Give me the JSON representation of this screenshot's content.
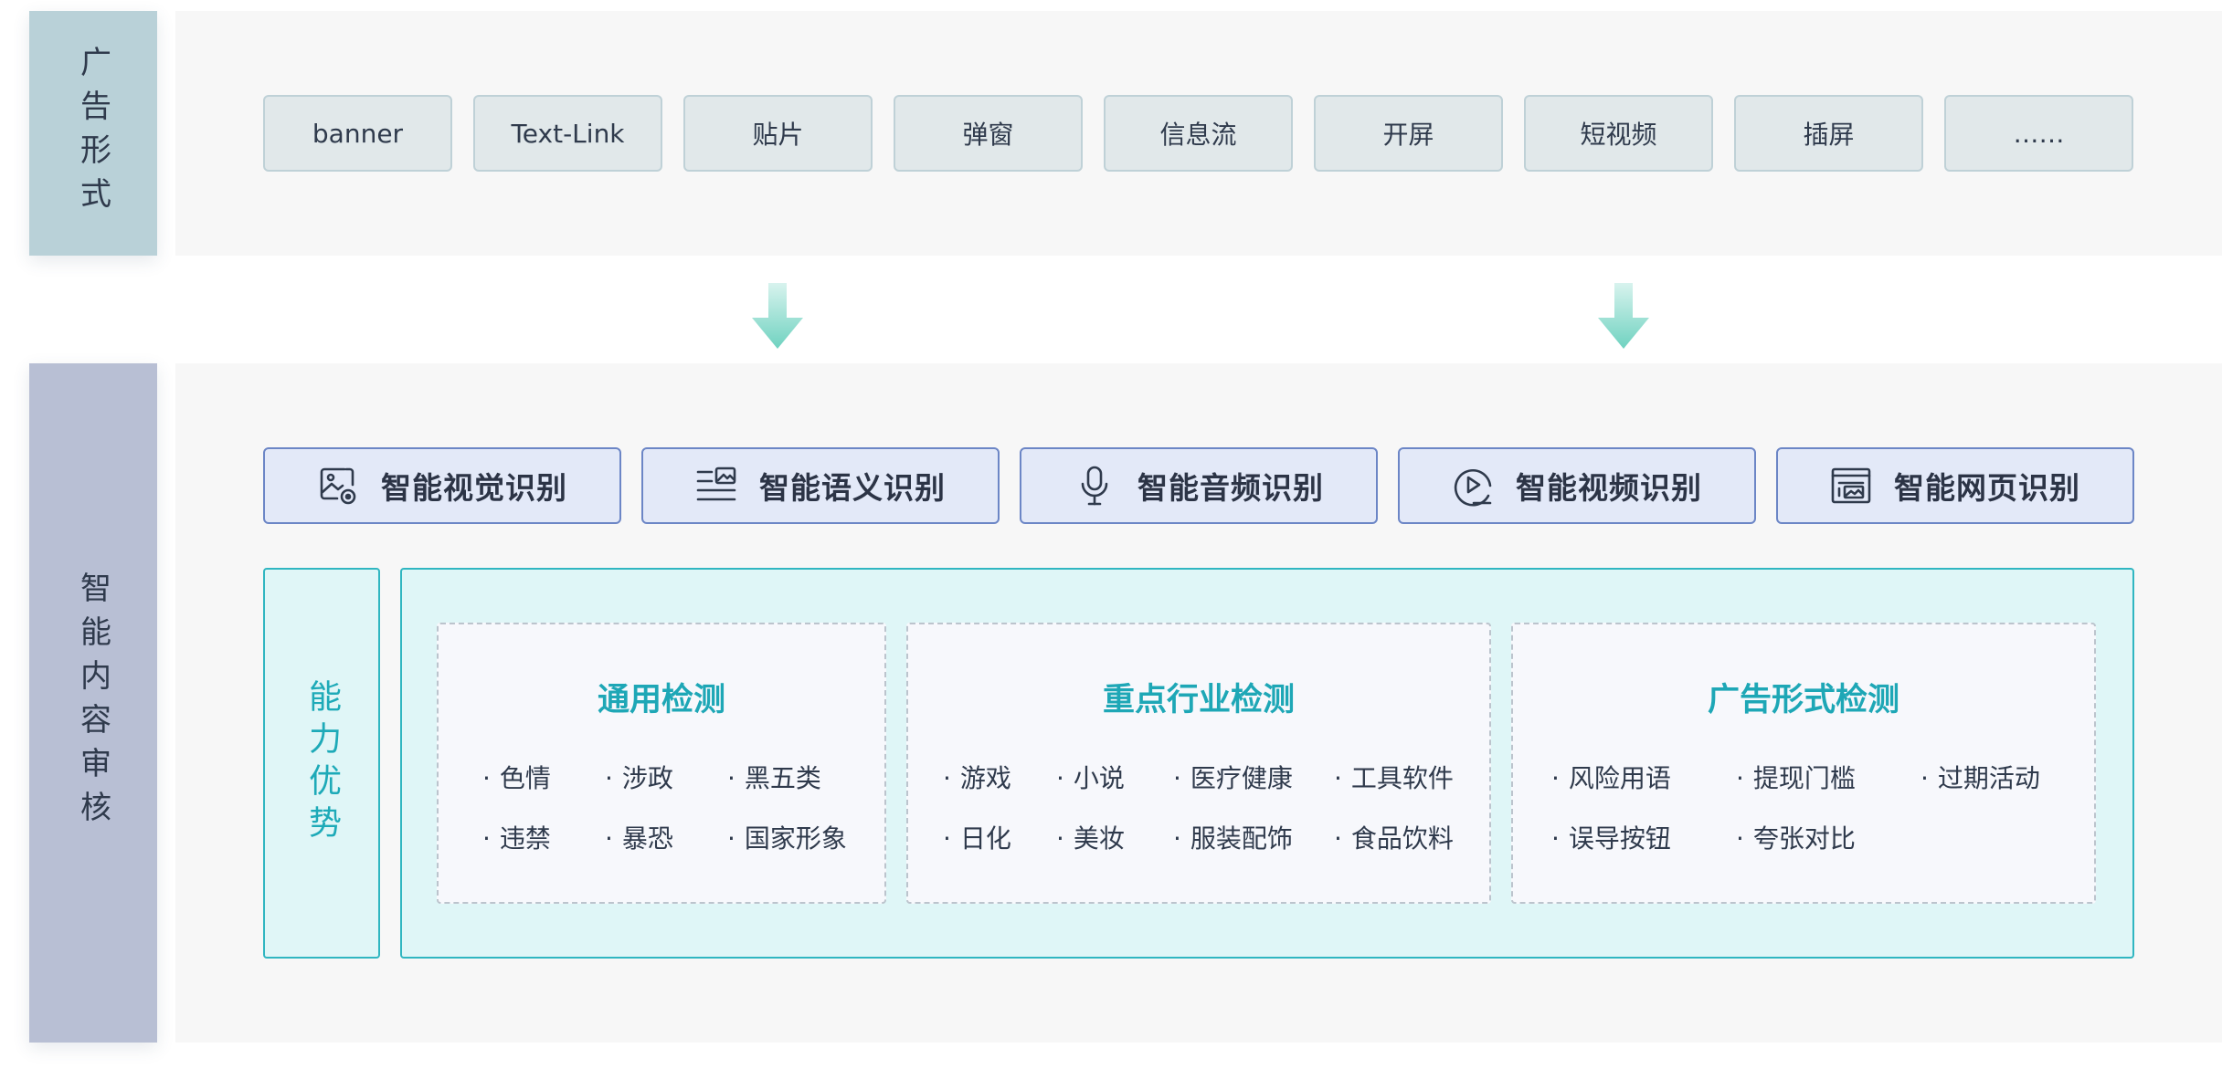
{
  "section_labels": {
    "ad_formats": "广告形式",
    "smart_review": "智能内容审核"
  },
  "ad_formats": [
    "banner",
    "Text-Link",
    "贴片",
    "弹窗",
    "信息流",
    "开屏",
    "短视频",
    "插屏",
    "……"
  ],
  "capabilities": [
    {
      "label": "智能视觉识别",
      "icon": "image-recognition-icon"
    },
    {
      "label": "智能语义识别",
      "icon": "semantic-text-icon"
    },
    {
      "label": "智能音频识别",
      "icon": "microphone-icon"
    },
    {
      "label": "智能视频识别",
      "icon": "play-circle-icon"
    },
    {
      "label": "智能网页识别",
      "icon": "webpage-icon"
    }
  ],
  "advantage_label": "能力优势",
  "detections": [
    {
      "title": "通用检测",
      "items": [
        "色情",
        "涉政",
        "黑五类",
        "违禁",
        "暴恐",
        "国家形象"
      ]
    },
    {
      "title": "重点行业检测",
      "items": [
        "游戏",
        "小说",
        "医疗健康",
        "工具软件",
        "日化",
        "美妆",
        "服装配饰",
        "食品饮料"
      ]
    },
    {
      "title": "广告形式检测",
      "items": [
        "风险用语",
        "提现门槛",
        "过期活动",
        "误导按钮",
        "夸张对比"
      ]
    }
  ],
  "colors": {
    "top_label_bg": "#b9d1d8",
    "bottom_label_bg": "#b8bfd4",
    "chip_bg": "#e1e8ea",
    "capability_bg": "#e3e9f8",
    "capability_border": "#6c86c6",
    "accent_teal": "#1ea7b6",
    "arrow_teal": "#6fd2c0"
  }
}
